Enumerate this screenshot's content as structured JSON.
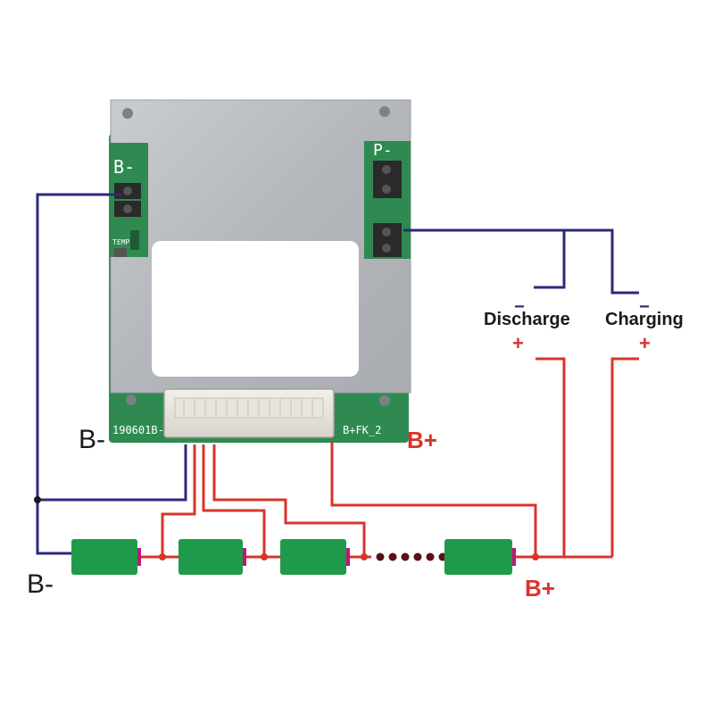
{
  "labels": {
    "b_minus_top": "B-",
    "b_plus_top": "B+",
    "b_minus_bottom": "B-",
    "b_plus_bottom": "B+",
    "discharge": "Discharge",
    "charging": "Charging",
    "discharge_minus": "−",
    "discharge_plus": "+",
    "charging_minus": "−",
    "charging_plus": "+"
  },
  "board": {
    "silk_b_minus": "B-",
    "silk_p_minus": "P-",
    "silk_temp": "TEMP",
    "silk_code": "190601B-",
    "silk_b_plus": "B+FK_2"
  },
  "colors": {
    "negative_wire": "#2b2a7a",
    "positive_wire": "#d9342b",
    "cell_green": "#1f9a4a",
    "cell_cap": "#c0167a",
    "pcb_green": "#2f8a52",
    "heatsink": "#b9bcc0",
    "label_red": "#d9342b"
  },
  "cells": {
    "visible_count": 4,
    "dots_between": 6
  }
}
